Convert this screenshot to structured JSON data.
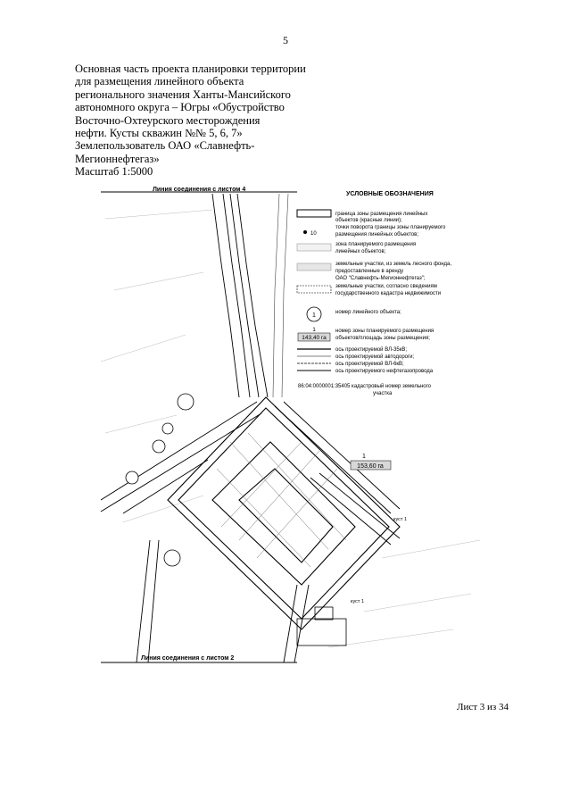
{
  "page_number": "5",
  "title_lines": [
    "Основная часть проекта планировки территории",
    "для размещения линейного объекта",
    "регионального значения Ханты-Мансийского",
    "автономного округа – Югры «Обустройство",
    "Восточно-Охтеурского месторождения",
    "нефти. Кусты скважин №№ 5, 6, 7»",
    "Землепользователь ОАО «Славнефть-",
    "Мегионнефтегаз»",
    "Масштаб 1:5000"
  ],
  "map": {
    "top_label": "Линия соединения с листом 4",
    "bottom_label": "Линия соединения с листом 2",
    "legend": {
      "title": "УСЛОВНЫЕ ОБОЗНАЧЕНИЯ",
      "items": [
        "граница зоны размещения линейных",
        "объектов (красные линии);",
        "точки поворота границы зоны планируемого",
        "размещения линейных объектов;",
        "зона планируемого размещения",
        "линейных объектов;",
        "земельные участки, из земель лесного фонда,",
        "предоставленные в аренду",
        "ОАО \"Славнефть-Мегионнефтегаз\";",
        "земельные участки, согласно сведениям",
        "государственного кадастра недвижимости",
        "номер линейного объекта;",
        "номер зоны планируемого размещения",
        "объектов/площадь зоны размещения;",
        "ось проектируемой ВЛ-35кВ;",
        "ось проектируемой автодороги;",
        "ось проектируемой ВЛ-6кВ;",
        "ось проектируемого нефтегазопровода",
        "86:04:0000001:35405 кадастровый номер земельного",
        "участка"
      ],
      "sample_point": "10",
      "sample_object": "1",
      "sample_zone_num": "1",
      "sample_zone_area": "143,40 га"
    },
    "zone_label_num": "1",
    "zone_label_area": "153,60 га",
    "well_label_1": "куст 1",
    "well_label_2": "куст 1"
  },
  "sheet_number": "Лист 3 из 34"
}
